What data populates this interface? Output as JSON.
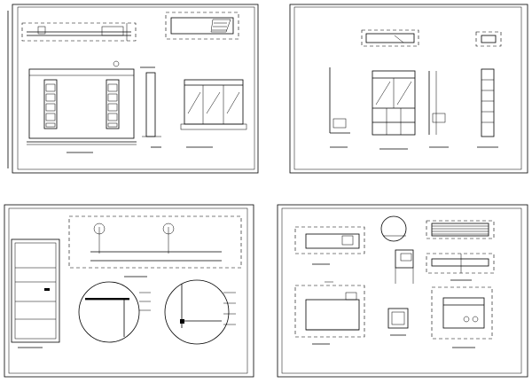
{
  "drawing_set": {
    "sheets": [
      {
        "id": "sheet-top-left",
        "labels": []
      },
      {
        "id": "sheet-top-right",
        "labels": []
      },
      {
        "id": "sheet-bottom-left",
        "labels": []
      },
      {
        "id": "sheet-bottom-right",
        "labels": []
      }
    ]
  }
}
